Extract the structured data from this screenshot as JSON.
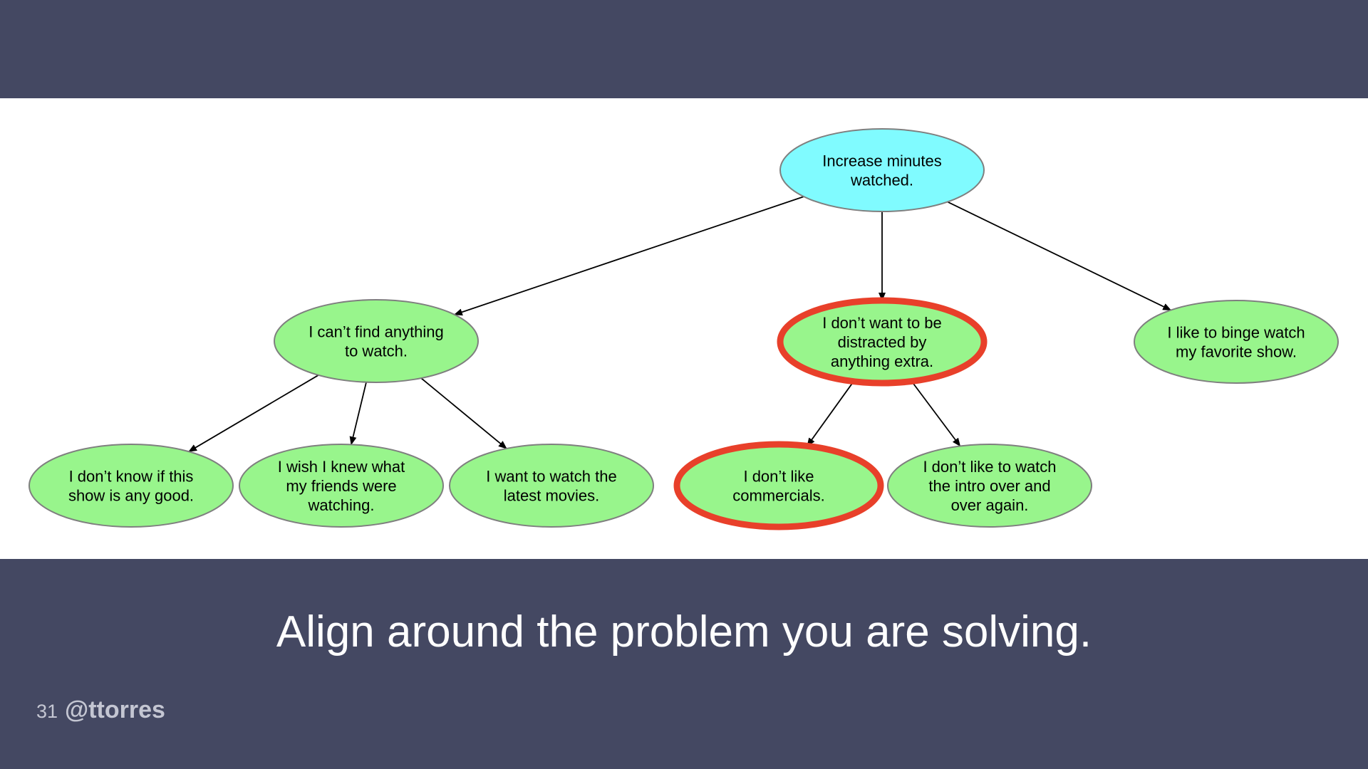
{
  "colors": {
    "band": "#444862",
    "root_fill": "#80fbff",
    "node_fill": "#98f58c",
    "highlight": "#e8402a",
    "outline": "#7f7f7f"
  },
  "diagram": {
    "root": {
      "lines": [
        "Increase minutes",
        "watched."
      ]
    },
    "opportunities": [
      {
        "lines": [
          "I can’t find anything",
          "to watch."
        ],
        "highlighted": false,
        "children": [
          {
            "lines": [
              "I don’t know if this",
              "show is any good."
            ],
            "highlighted": false
          },
          {
            "lines": [
              "I wish I knew what",
              "my friends were",
              "watching."
            ],
            "highlighted": false
          },
          {
            "lines": [
              "I want to watch the",
              "latest movies."
            ],
            "highlighted": false
          }
        ]
      },
      {
        "lines": [
          "I don’t want to be",
          "distracted by",
          "anything extra."
        ],
        "highlighted": true,
        "children": [
          {
            "lines": [
              "I don’t like",
              "commercials."
            ],
            "highlighted": true
          },
          {
            "lines": [
              "I don’t like to watch",
              "the intro over and",
              "over again."
            ],
            "highlighted": false
          }
        ]
      },
      {
        "lines": [
          "I like to binge watch",
          "my favorite show."
        ],
        "highlighted": false,
        "children": []
      }
    ]
  },
  "headline": "Align around the problem you are solving.",
  "footer": {
    "slide_number": "31",
    "handle": "@ttorres"
  }
}
